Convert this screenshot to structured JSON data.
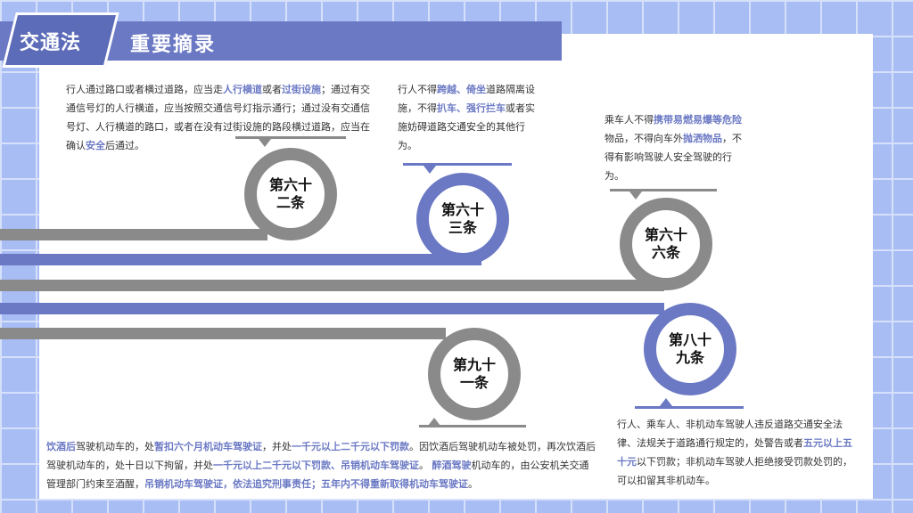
{
  "header": {
    "tag": "交通法",
    "title": "重要摘录"
  },
  "articles": {
    "a62": {
      "label": "第六十\n二条",
      "parts": [
        {
          "t": "行人通过路口或者横过道路，应当走"
        },
        {
          "t": "人行横道",
          "h": true
        },
        {
          "t": "或者"
        },
        {
          "t": "过街设施",
          "h": true
        },
        {
          "t": "；通过有交通信号灯的人行横道，应当按照交通信号灯指示通行；通过没有交通信号灯、人行横道的路口，或者在没有过街设施的路段横过道路，应当在确认"
        },
        {
          "t": "安全",
          "h": true
        },
        {
          "t": "后通过。"
        }
      ]
    },
    "a63": {
      "label": "第六十\n三条",
      "parts": [
        {
          "t": "行人不得"
        },
        {
          "t": "跨越、倚坐",
          "h": true
        },
        {
          "t": "道路隔离设施，不得"
        },
        {
          "t": "扒车、强行拦车",
          "h": true
        },
        {
          "t": "或者实施妨碍道路交通安全的其他行为。"
        }
      ]
    },
    "a66": {
      "label": "第六十\n六条",
      "parts": [
        {
          "t": "乘车人不得"
        },
        {
          "t": "携带易燃易爆等危险",
          "h": true
        },
        {
          "t": "物品，不得向车外"
        },
        {
          "t": "抛洒物品",
          "h": true
        },
        {
          "t": "，不得有影响驾驶人安全驾驶的行为。"
        }
      ]
    },
    "a89": {
      "label": "第八十\n九条",
      "parts": [
        {
          "t": "行人、乘车人、非机动车驾驶人违反道路交通安全法律、法规关于道路通行规定的，处警告或者"
        },
        {
          "t": "五元以上五十元",
          "h": true
        },
        {
          "t": "以下罚款；非机动车驾驶人拒绝接受罚款处罚的，可以扣留其非机动车。"
        }
      ]
    },
    "a91": {
      "label": "第九十\n一条",
      "parts": [
        {
          "t": "饮酒后",
          "h": true
        },
        {
          "t": "驾驶机动车的，处"
        },
        {
          "t": "暂扣六个月机动车驾驶证",
          "h": true
        },
        {
          "t": "，并处"
        },
        {
          "t": "一千元以上二千元以下罚款",
          "h": true
        },
        {
          "t": "。因饮酒后驾驶机动车被处罚，再次饮酒后驾驶机动车的，处十日以下拘留，并处"
        },
        {
          "t": "一千元以上二千元以下罚款、吊销机动车驾驶证",
          "h": true
        },
        {
          "t": "。 "
        },
        {
          "t": "醉酒驾驶",
          "h": true
        },
        {
          "t": "机动车的，由公安机关交通管理部门约束至酒醒，"
        },
        {
          "t": "吊销机动车驾驶证，依法追究刑事责任；五年内不得重新取得机动车驾驶证",
          "h": true
        },
        {
          "t": "。"
        }
      ]
    }
  },
  "colors": {
    "accent": "#6b79c4",
    "gray": "#8a8a8a"
  }
}
